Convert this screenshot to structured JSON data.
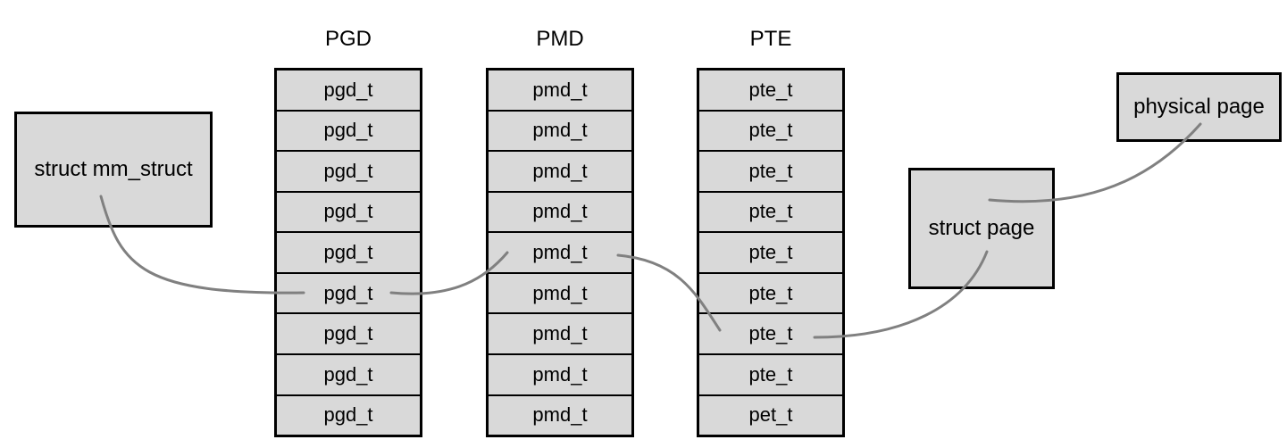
{
  "mm_struct": {
    "label": "struct mm_struct"
  },
  "tables": [
    {
      "title": "PGD",
      "entries": [
        "pgd_t",
        "pgd_t",
        "pgd_t",
        "pgd_t",
        "pgd_t",
        "pgd_t",
        "pgd_t",
        "pgd_t",
        "pgd_t"
      ]
    },
    {
      "title": "PMD",
      "entries": [
        "pmd_t",
        "pmd_t",
        "pmd_t",
        "pmd_t",
        "pmd_t",
        "pmd_t",
        "pmd_t",
        "pmd_t",
        "pmd_t"
      ]
    },
    {
      "title": "PTE",
      "entries": [
        "pte_t",
        "pte_t",
        "pte_t",
        "pte_t",
        "pte_t",
        "pte_t",
        "pte_t",
        "pte_t",
        "pet_t"
      ]
    }
  ],
  "struct_page": {
    "label": "struct page"
  },
  "physical_page": {
    "label": "physical page"
  },
  "colors": {
    "box_fill": "#d9d9d9",
    "border": "#000000",
    "connector": "#808080"
  }
}
